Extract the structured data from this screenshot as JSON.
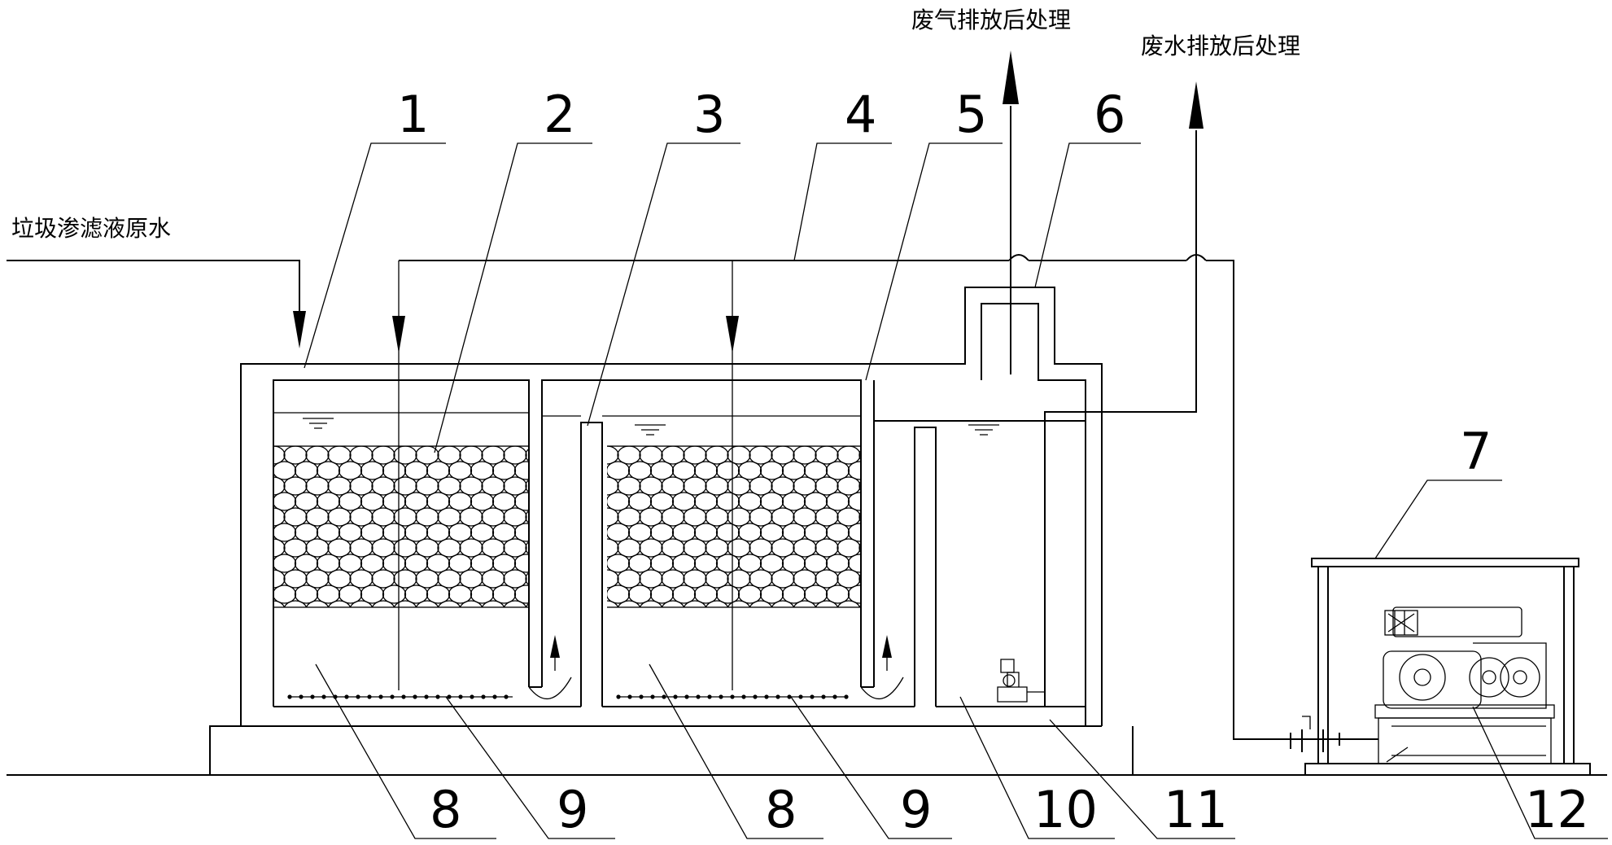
{
  "labels": {
    "raw_water": "垃圾渗滤液原水",
    "exhaust_gas": "废气排放后处理",
    "waste_water": "废水排放后处理"
  },
  "callouts": [
    "1",
    "2",
    "3",
    "4",
    "5",
    "6",
    "7",
    "8",
    "9",
    "8",
    "9",
    "10",
    "11",
    "12"
  ]
}
